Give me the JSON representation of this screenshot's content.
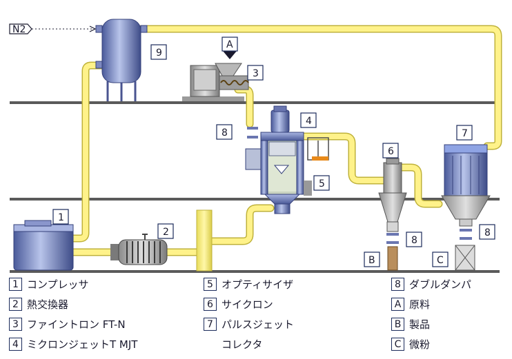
{
  "inlet_label": "N2",
  "item_numbers": {
    "compressor": "1",
    "heat_exchanger": "2",
    "feeder": "3",
    "micron_jet": "4",
    "optisizer": "5",
    "cyclone": "6",
    "pulse_jet_collector": "7",
    "double_damper_1": "8",
    "double_damper_2": "8",
    "double_damper_3": "8",
    "tank": "9"
  },
  "item_letters": {
    "raw_material": "A",
    "product": "B",
    "fine_powder": "C"
  },
  "legend": [
    {
      "key": "1",
      "text": "コンプレッサ"
    },
    {
      "key": "2",
      "text": "熱交換器"
    },
    {
      "key": "3",
      "text": "ファイントロン FT-N"
    },
    {
      "key": "4",
      "text": "ミクロンジェットT MJT"
    },
    {
      "key": "5",
      "text": "オプティサイザ"
    },
    {
      "key": "6",
      "text": "サイクロン"
    },
    {
      "key": "7",
      "text": "パルスジェット"
    },
    {
      "key": "",
      "text": "コレクタ"
    },
    {
      "key": "8",
      "text": "ダブルダンパ"
    },
    {
      "key": "A",
      "text": "原料"
    },
    {
      "key": "B",
      "text": "製品"
    },
    {
      "key": "C",
      "text": "微粉"
    }
  ]
}
